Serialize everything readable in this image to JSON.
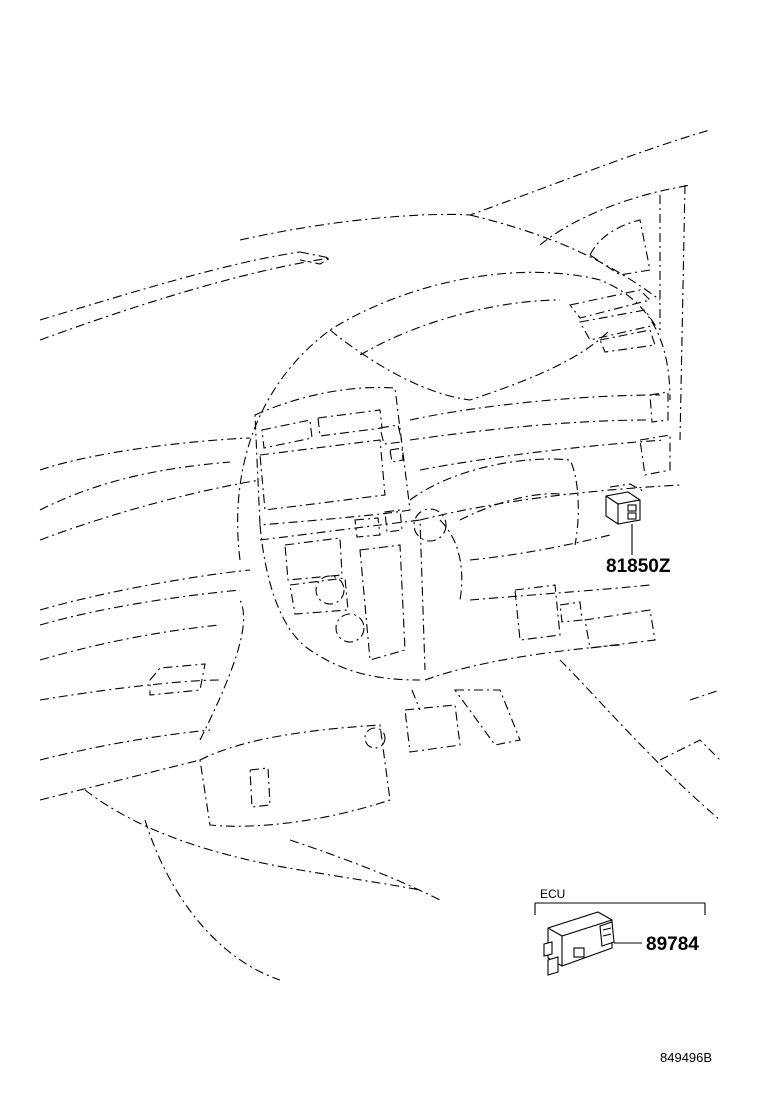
{
  "callouts": {
    "switch_part": "81850Z",
    "ecu_group_label": "ECU",
    "ecu_part": "89784"
  },
  "drawing_code": "849496B"
}
